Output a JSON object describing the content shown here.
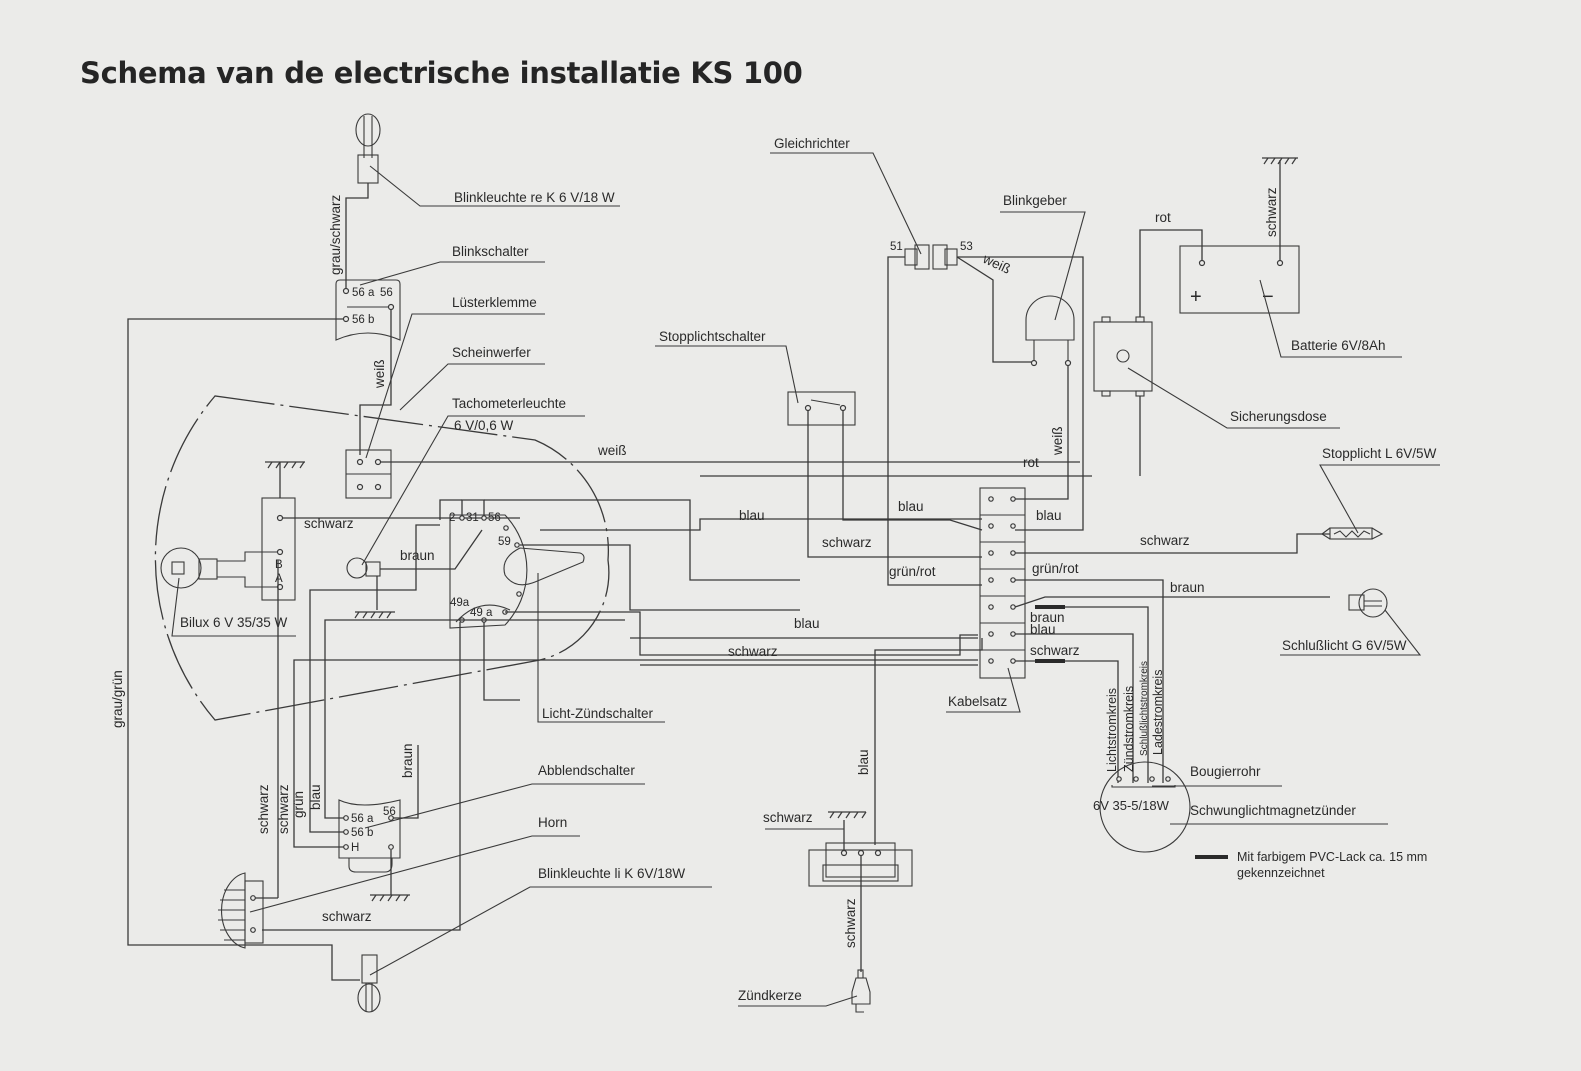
{
  "title": "Schema van de electrische installatie KS 100",
  "components": {
    "blinkleuchte_re": "Blinkleuchte re K 6 V/18 W",
    "blinkschalter": "Blinkschalter",
    "luesterklemme": "Lüsterklemme",
    "scheinwerfer": "Scheinwerfer",
    "tachometerleuchte_l1": "Tachometerleuchte",
    "tachometerleuchte_l2": "6 V/0,6 W",
    "bilux": "Bilux 6 V 35/35 W",
    "licht_zuendschalter": "Licht-Zündschalter",
    "abblendschalter": "Abblendschalter",
    "horn": "Horn",
    "blinkleuchte_li": "Blinkleuchte li K 6V/18W",
    "gleichrichter": "Gleichrichter",
    "blinkgeber": "Blinkgeber",
    "stopplichtschalter": "Stopplichtschalter",
    "batterie": "Batterie 6V/8Ah",
    "sicherungsdose": "Sicherungsdose",
    "stopplicht": "Stopplicht L 6V/5W",
    "schlusslicht": "Schlußlicht G 6V/5W",
    "kabelsatz": "Kabelsatz",
    "bougierrohr": "Bougierrohr",
    "schwunglichtmagnetzuender": "Schwunglichtmagnetzünder",
    "magnetzuender_rating": "6V 35-5/18W",
    "zuendkerze": "Zündkerze"
  },
  "circuits": [
    "Lichtstromkreis",
    "Zündstromkreis",
    "Schlußlichtstromkreis",
    "Ladestromkreis"
  ],
  "legend": {
    "line1": "Mit farbigem PVC-Lack ca. 15 mm",
    "line2": "gekennzeichnet"
  },
  "terminals": {
    "t56a": "56 a",
    "t56": "56",
    "t56b": "56 b",
    "t2": "2",
    "t31": "31",
    "t59": "59",
    "t49a": "49a",
    "t49_a": "49 a",
    "tB": "B",
    "tA": "A",
    "tH": "H",
    "t51": "51",
    "t53": "53",
    "plus": "+",
    "minus": "−"
  },
  "wire_labels": {
    "grau_schwarz": "grau/schwarz",
    "weiss_1": "weiß",
    "weiss_2": "weiß",
    "weiss_3": "weiß",
    "weiss_4": "weiß",
    "schwarz_bilux": "schwarz",
    "braun_tacho": "braun",
    "grau_gruen": "grau/grün",
    "blau_1": "blau",
    "blau_2": "blau",
    "blau_3": "blau",
    "blau_4": "blau",
    "blau_5": "blau",
    "blau_6": "blau",
    "schwarz_1": "schwarz",
    "schwarz_2": "schwarz",
    "schwarz_3": "schwarz",
    "schwarz_4": "schwarz",
    "schwarz_5": "schwarz",
    "schwarz_6": "schwarz",
    "schwarz_7": "schwarz",
    "schwarz_8": "schwarz",
    "schwarz_9": "schwarz",
    "schwarz_bat": "schwarz",
    "gruen_rot_1": "grün/rot",
    "gruen_rot_2": "grün/rot",
    "braun_1": "braun",
    "braun_2": "braun",
    "braun_3": "braun",
    "gruen": "grün",
    "rot_1": "rot",
    "rot_2": "rot"
  }
}
